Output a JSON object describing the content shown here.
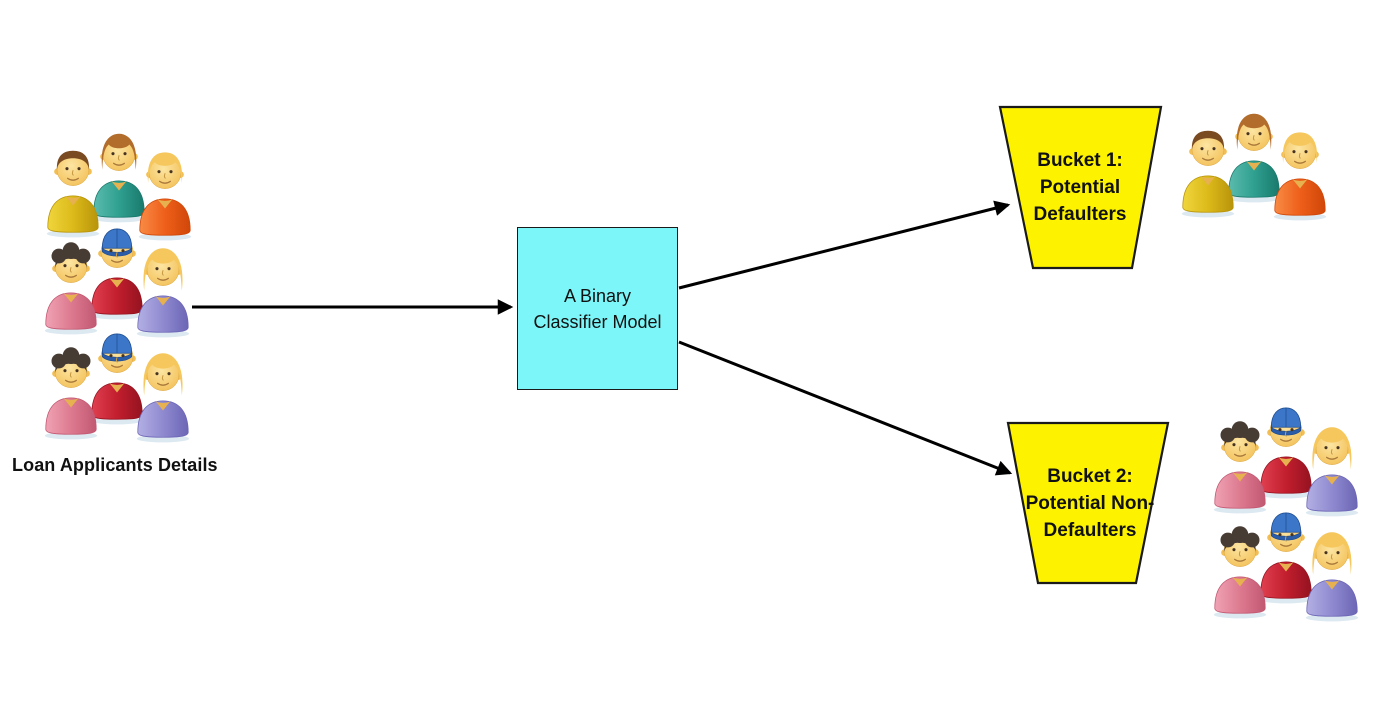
{
  "labels": {
    "applicants": "Loan Applicants Details"
  },
  "classifier": {
    "lines": [
      "A Binary",
      "Classifier Model"
    ]
  },
  "buckets": [
    {
      "id": "bucket-1",
      "lines": [
        "Bucket 1:",
        "Potential",
        "Defaulters"
      ]
    },
    {
      "id": "bucket-2",
      "lines": [
        "Bucket 2:",
        "Potential Non-",
        "Defaulters"
      ]
    }
  ],
  "connections": [
    {
      "from": "loan-applicants",
      "to": "classifier"
    },
    {
      "from": "classifier",
      "to": "bucket-1"
    },
    {
      "from": "classifier",
      "to": "bucket-2"
    }
  ],
  "colors": {
    "background": "#FFFFFF",
    "classifier_fill": "#7CF6F8",
    "bucket_fill": "#FDF300",
    "outline": "#1A1A1A",
    "arrow": "#000000",
    "shadow": "#DCE9F1"
  },
  "person_types": {
    "man_yellow": {
      "label": "man with brown hair in yellow shirt",
      "skin": "#F3BF55",
      "hair_style": "short",
      "hair": "#7A4A21",
      "shirt": [
        "#EFD53C",
        "#DCBA1A",
        "#B8940A"
      ]
    },
    "woman_teal": {
      "label": "woman with auburn hair in teal top",
      "skin": "#F3BF55",
      "hair_style": "parted",
      "hair": "#B26C2B",
      "shirt": [
        "#5BBBAD",
        "#2FA090",
        "#19796C"
      ]
    },
    "person_orange": {
      "label": "person with blonde bob in orange shirt",
      "skin": "#F3BF55",
      "hair_style": "bob",
      "hair": "#F5C75D",
      "shirt": [
        "#F88B45",
        "#EE5F1A",
        "#D04708"
      ]
    },
    "person_pink": {
      "label": "person with dark curly hair in pink top",
      "skin": "#F3BF55",
      "hair_style": "afro",
      "hair": "#473C34",
      "shirt": [
        "#F0A2B4",
        "#DD7A90",
        "#C25872"
      ]
    },
    "man_red_cap": {
      "label": "man with blue cap in red shirt",
      "skin": "#F3BF55",
      "hair_style": "cap",
      "hair": "#3B76C8",
      "shirt": [
        "#E04050",
        "#C21E2E",
        "#951320"
      ]
    },
    "woman_purple": {
      "label": "woman with blonde hair in purple top",
      "skin": "#F3BF55",
      "hair_style": "long",
      "hair": "#F5C75D",
      "shirt": [
        "#B3AFE3",
        "#8F8AD0",
        "#6C66B5"
      ]
    }
  },
  "groups": [
    {
      "id": "applicants-1",
      "people": [
        "man_yellow",
        "woman_teal",
        "person_orange"
      ]
    },
    {
      "id": "applicants-2",
      "people": [
        "person_pink",
        "man_red_cap",
        "woman_purple"
      ]
    },
    {
      "id": "applicants-3",
      "people": [
        "person_pink",
        "man_red_cap",
        "woman_purple"
      ]
    },
    {
      "id": "bucket1-people",
      "people": [
        "man_yellow",
        "woman_teal",
        "person_orange"
      ]
    },
    {
      "id": "bucket2-people-1",
      "people": [
        "person_pink",
        "man_red_cap",
        "woman_purple"
      ]
    },
    {
      "id": "bucket2-people-2",
      "people": [
        "person_pink",
        "man_red_cap",
        "woman_purple"
      ]
    }
  ]
}
